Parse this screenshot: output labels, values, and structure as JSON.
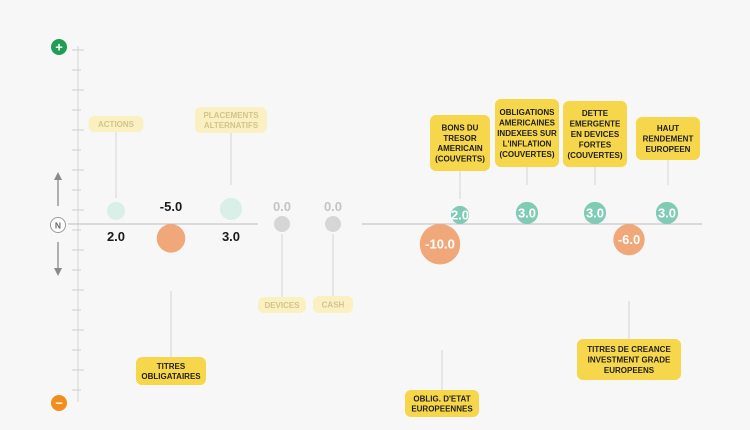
{
  "colors": {
    "positive": "#7fcbb3",
    "positive_faded": "#d9efe7",
    "negative": "#f0a77a",
    "zero": "#d6d6d6",
    "label_bg": "#f6d64a",
    "label_bg_faded": "#faf0c2",
    "plus_button": "#1f9d55",
    "minus_button": "#f28c1a",
    "axis": "#bdbdbd"
  },
  "scale": {
    "plus_label": "+",
    "minus_label": "−",
    "neutral_label": "N",
    "up_arrow_icon": "arrow-up-icon",
    "down_arrow_icon": "arrow-down-icon"
  },
  "chart_data": {
    "type": "scatter",
    "title": "",
    "ylim": [
      -10,
      10
    ],
    "items": [
      {
        "name": "ACTIONS",
        "value": 2.0,
        "display": "2.0",
        "faded": true,
        "label_lines": [
          "ACTIONS"
        ]
      },
      {
        "name": "TITRES OBLIGATAIRES",
        "value": -5.0,
        "display": "-5.0",
        "faded": false,
        "label_lines": [
          "TITRES",
          "OBLIGATAIRES"
        ]
      },
      {
        "name": "PLACEMENTS ALTERNATIFS",
        "value": 3.0,
        "display": "3.0",
        "faded": true,
        "label_lines": [
          "PLACEMENTS",
          "ALTERNATIFS"
        ]
      },
      {
        "name": "DEVICES",
        "value": 0.0,
        "display": "0.0",
        "faded": true,
        "label_lines": [
          "DEVICES"
        ]
      },
      {
        "name": "CASH",
        "value": 0.0,
        "display": "0.0",
        "faded": true,
        "label_lines": [
          "CASH"
        ]
      },
      {
        "name": "OBLIG. D'ETAT EUROPEENNES",
        "value": -10.0,
        "display": "-10.0",
        "faded": false,
        "label_lines": [
          "OBLIG. D'ETAT",
          "EUROPEENNES"
        ]
      },
      {
        "name": "BONS DU TRESOR AMERICAIN (COUVERTS)",
        "value": 2.0,
        "display": "2.0",
        "faded": false,
        "label_lines": [
          "BONS DU",
          "TRESOR",
          "AMERICAIN",
          "(COUVERTS)"
        ]
      },
      {
        "name": "OBLIGATIONS AMERICAINES INDEXEES SUR L'INFLATION (COUVERTES)",
        "value": 3.0,
        "display": "3.0",
        "faded": false,
        "label_lines": [
          "OBLIGATIONS",
          "AMERICAINES",
          "INDEXEES SUR",
          "L'INFLATION",
          "(COUVERTES)"
        ]
      },
      {
        "name": "DETTE EMERGENTE EN DEVICES FORTES (COUVERTES)",
        "value": 3.0,
        "display": "3.0",
        "faded": false,
        "label_lines": [
          "DETTE",
          "EMERGENTE",
          "EN DEVICES",
          "FORTES",
          "(COUVERTES)"
        ]
      },
      {
        "name": "TITRES DE CREANCE INVESTMENT GRADE EUROPEENS",
        "value": -6.0,
        "display": "-6.0",
        "faded": false,
        "label_lines": [
          "TITRES DE CREANCE",
          "INVESTMENT GRADE",
          "EUROPEENS"
        ]
      },
      {
        "name": "HAUT RENDEMENT EUROPEEN",
        "value": 3.0,
        "display": "3.0",
        "faded": false,
        "label_lines": [
          "HAUT",
          "RENDEMENT",
          "EUROPEEN"
        ]
      }
    ]
  }
}
